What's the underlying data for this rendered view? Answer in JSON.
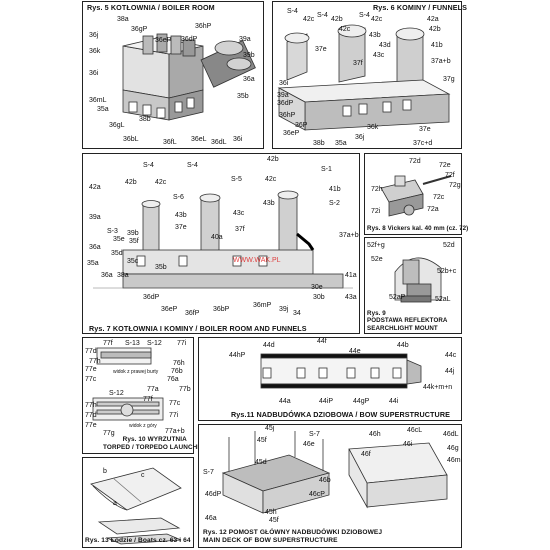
{
  "panels": {
    "p5": {
      "caption": "Rys. 5 KOTŁOWNIA / BOILER ROOM",
      "labels": [
        "38a",
        "36gP",
        "36eP",
        "36hP",
        "36j",
        "36k",
        "36dP",
        "39a",
        "39b",
        "36a",
        "36i",
        "36mL",
        "35a",
        "35b",
        "38b",
        "36gL",
        "36bL",
        "36eL",
        "36fL",
        "36dL",
        "36i"
      ]
    },
    "p6": {
      "caption": "Rys. 6  KOMINY / FUNNELS",
      "labels": [
        "S-4",
        "S-4",
        "42c",
        "42b",
        "S-4",
        "42c",
        "42a",
        "42b",
        "42c",
        "43b",
        "43d",
        "41b",
        "43c",
        "37e",
        "37f",
        "37a+b",
        "37g",
        "36i",
        "36dP",
        "39a",
        "36hP",
        "36eP",
        "36k",
        "36j",
        "36P",
        "38b",
        "35a",
        "37e",
        "37c+d"
      ]
    },
    "p7": {
      "caption": "Rys. 7 KOTŁOWNIA I KOMINY / BOILER ROOM AND FUNNELS",
      "watermark": "WWW.WAK.PL",
      "labels": [
        "S-4",
        "S-4",
        "42b",
        "S-1",
        "42b",
        "42c",
        "S-5",
        "42c",
        "42a",
        "S-6",
        "41b",
        "43b",
        "43c",
        "43b",
        "S-2",
        "39a",
        "37e",
        "37f",
        "S-3",
        "39b",
        "40a",
        "37a+b",
        "35e",
        "35f",
        "36a",
        "35d",
        "35c",
        "35b",
        "41a",
        "35a",
        "36a",
        "38a",
        "30e",
        "36dP",
        "36eP",
        "36bP",
        "36mP",
        "30b",
        "43a",
        "36fP",
        "39j",
        "34"
      ]
    },
    "p8": {
      "caption": "Rys. 8 Vickers kal. 40 mm (cz. 72)",
      "labels": [
        "72d",
        "72e",
        "72f",
        "72g",
        "72h",
        "72c",
        "72i",
        "72a"
      ]
    },
    "p9": {
      "caption": "Rys. 9\nPODSTAWA REFLEKTORA\nSEARCHLIGHT MOUNT",
      "labels": [
        "52f+g",
        "52d",
        "52e",
        "52b+c",
        "52aP",
        "52aL"
      ]
    },
    "p10": {
      "caption": "Rys. 10 WYRZUTNIA\nTORPED / TORPEDO LAUNCHER",
      "notes": [
        "widok z prawej burty",
        "widok z góry"
      ],
      "labels": [
        "77d",
        "77f",
        "S-13",
        "S-12",
        "77i",
        "77h",
        "77e",
        "76h",
        "77c",
        "76b",
        "76a",
        "77a",
        "77b",
        "S-12",
        "77f",
        "77c",
        "77h",
        "77d",
        "77i",
        "77e",
        "77g",
        "77a+b"
      ]
    },
    "p11": {
      "caption": "Rys.11 NADBUDÓWKA DZIOBOWA / BOW SUPERSTRUCTURE",
      "labels": [
        "44d",
        "44f",
        "44e",
        "44b",
        "44hP",
        "44c",
        "44j",
        "44k+m+n",
        "44a",
        "44iP",
        "44gP",
        "44i"
      ]
    },
    "p12": {
      "caption": "Rys. 12 POMOST GŁÓWNY NADBUDÓWKI DZIOBOWEJ\nMAIN DECK OF BOW SUPERSTRUCTURE",
      "labels": [
        "45j",
        "45f",
        "S-7",
        "46e",
        "46h",
        "46cL",
        "46dL",
        "46i",
        "46f",
        "46g",
        "46m",
        "45d",
        "S-7",
        "46b",
        "46cP",
        "46dP",
        "45f",
        "45h",
        "46a"
      ]
    },
    "p13": {
      "caption": "Rys. 13 Łodzie / Boats cz. 63 i 64",
      "labels": [
        "b",
        "c",
        "a"
      ]
    }
  }
}
